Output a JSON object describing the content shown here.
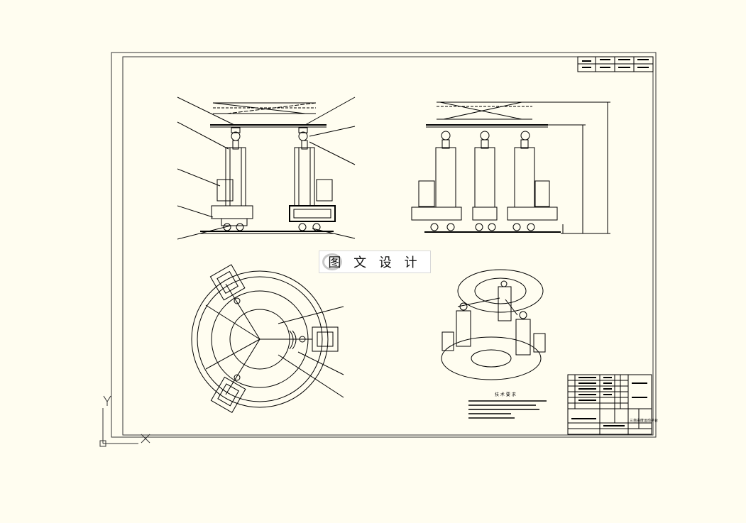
{
  "watermark": {
    "text": "图 文 设 计"
  },
  "title_block": {
    "drawing_name": "三自由度运动平台"
  },
  "technical_requirements": {
    "heading": "技 术 要 求"
  },
  "ucs": {
    "x_label": "X",
    "y_label": "Y"
  },
  "colors": {
    "background": "#fffdf0",
    "line": "#000000",
    "frame": "#222222"
  }
}
